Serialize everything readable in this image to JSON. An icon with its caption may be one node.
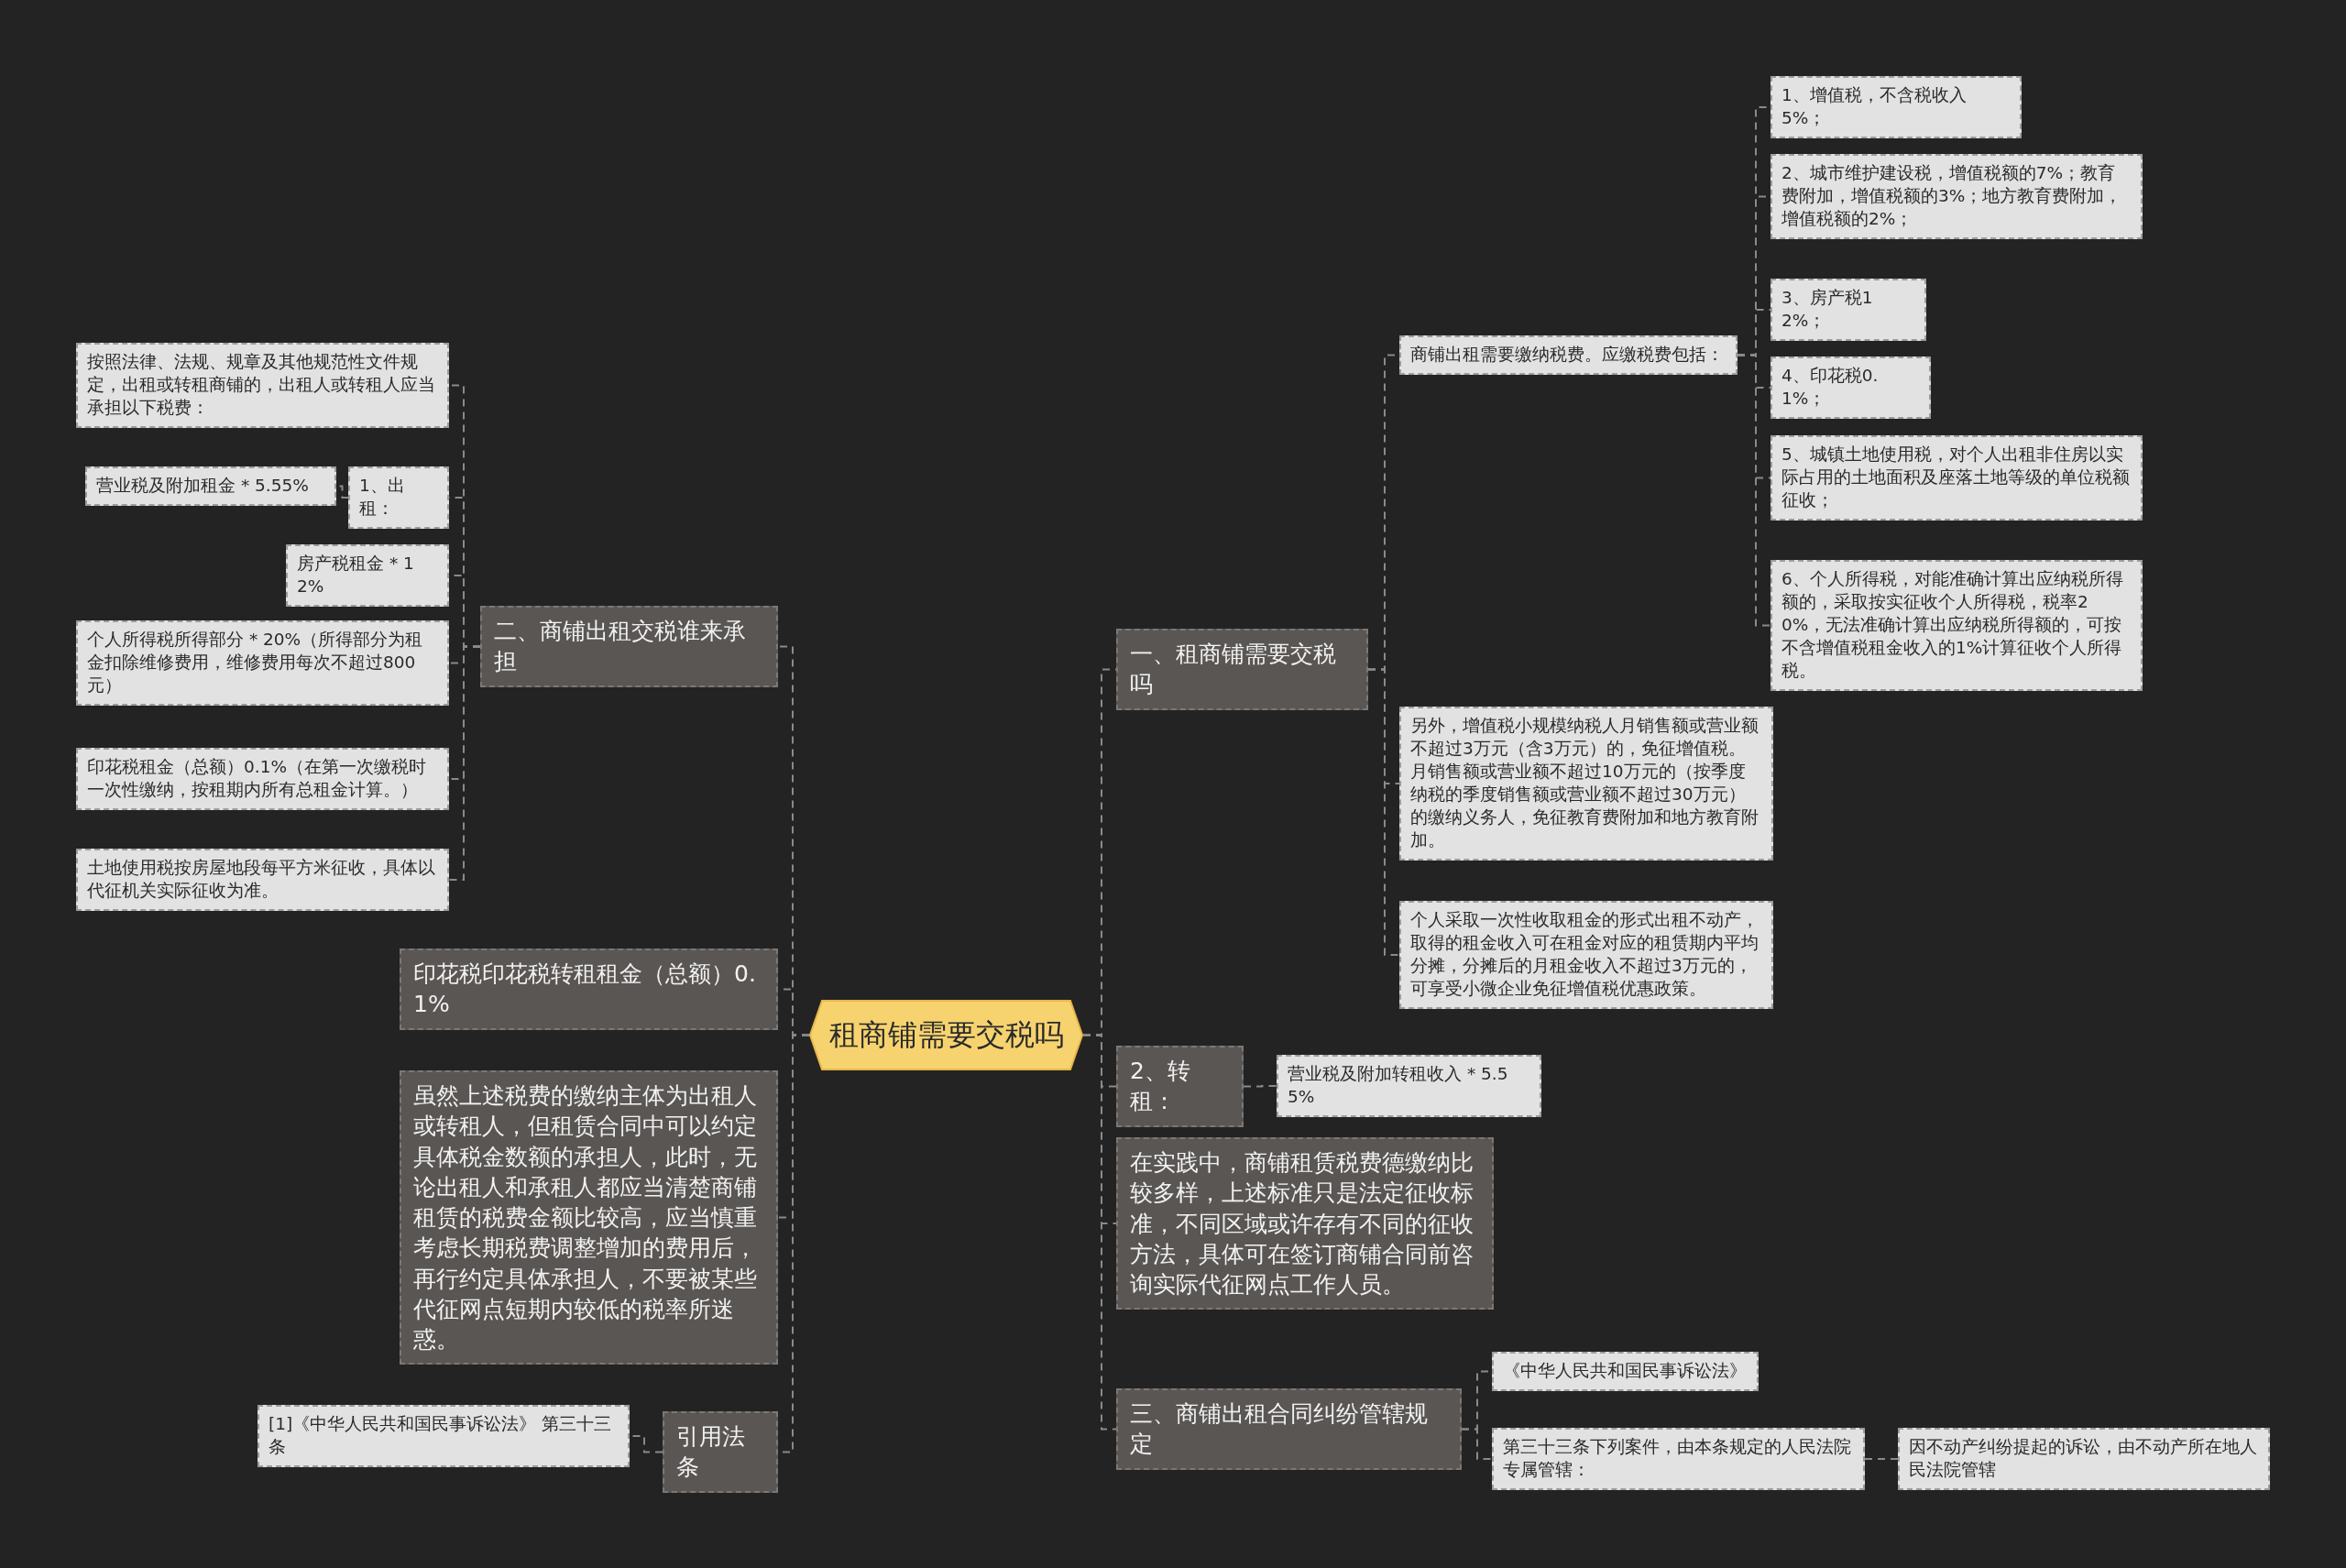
{
  "diagram": {
    "nodes": [
      {
        "text": [
          "租商铺需要交税吗"
        ]
      },
      {
        "text": [
          "二、商铺出租交税谁来承担"
        ]
      },
      {
        "text": [
          "按照法律、法规、规章及其他规范性文件规定，出租或转租商铺的，出租人或转租人应当承担以下税费："
        ]
      },
      {
        "text": [
          "1、出租："
        ]
      },
      {
        "text": [
          "营业税及附加租金 * 5.55%"
        ]
      },
      {
        "text": [
          "房产税租金 * 12%"
        ]
      },
      {
        "text": [
          "个人所得税所得部分 * 20%（所得部分为租金扣除维修费用，维修费用每次不超过800元）"
        ]
      },
      {
        "text": [
          "印花税租金（总额）0.1%（在第一次缴税时一次性缴纳，按租期内所有总租金计算。）"
        ]
      },
      {
        "text": [
          "土地使用税按房屋地段每平方米征收，具体以代征机关实际征收为准。"
        ]
      },
      {
        "text": [
          "印花税印花税转租租金（总额）0.1%"
        ]
      },
      {
        "text": [
          "虽然上述税费的缴纳主体为出租人或转租人，但租赁合同中可以约定具体税金数额的承担人，此时，无论出租人和承租人都应当清楚商铺租赁的税费金额比较高，应当慎重考虑长期税费调整增加的费用后，再行约定具体承担人，不要被某些代征网点短期内较低的税率所迷惑。"
        ]
      },
      {
        "text": [
          "引用法条"
        ]
      },
      {
        "text": [
          "[1]《中华人民共和国民事诉讼法》 第三十三条"
        ]
      },
      {
        "text": [
          "一、租商铺需要交税吗"
        ]
      },
      {
        "text": [
          "商铺出租需要缴纳税费。应缴税费包括："
        ]
      },
      {
        "text": [
          "1、增值税，不含税收入5%；"
        ]
      },
      {
        "text": [
          "2、城市维护建设税，增值税额的7%；教育费附加，增值税额的3%；地方教育费附加，增值税额的2%；"
        ]
      },
      {
        "text": [
          "3、房产税12%；"
        ]
      },
      {
        "text": [
          "4、印花税0.1%；"
        ]
      },
      {
        "text": [
          "5、城镇土地使用税，对个人出租非住房以实际占用的土地面积及座落土地等级的单位税额征收；"
        ]
      },
      {
        "text": [
          "6、个人所得税，对能准确计算出应纳税所得额的，采取按实征收个人所得税，税率20%，无法准确计算出应纳税所得额的，可按不含增值税租金收入的1%计算征收个人所得税。"
        ]
      },
      {
        "text": [
          "另外，增值税小规模纳税人月销售额或营业额不超过3万元（含3万元）的，免征增值税。月销售额或营业额不超过10万元的（按季度纳税的季度销售额或营业额不超过30万元）的缴纳义务人，免征教育费附加和地方教育附加。"
        ]
      },
      {
        "text": [
          "个人采取一次性收取租金的形式出租不动产，取得的租金收入可在租金对应的租赁期内平均分摊，分摊后的月租金收入不超过3万元的，可享受小微企业免征增值税优惠政策。"
        ]
      },
      {
        "text": [
          "2、转租："
        ]
      },
      {
        "text": [
          "营业税及附加转租收入 * 5.55%"
        ]
      },
      {
        "text": [
          "在实践中，商铺租赁税费德缴纳比较多样，上述标准只是法定征收标准，不同区域或许存有不同的征收方法，具体可在签订商铺合同前咨询实际代征网点工作人员。"
        ]
      },
      {
        "text": [
          "三、商铺出租合同纠纷管辖规定"
        ]
      },
      {
        "text": [
          "《中华人民共和国民事诉讼法》"
        ]
      },
      {
        "text": [
          "第三十三条下列案件，由本条规定的人民法院专属管辖："
        ]
      },
      {
        "text": [
          "因不动产纠纷提起的诉讼，由不动产所在地人民法院管辖"
        ]
      }
    ],
    "edges": [
      {
        "from": 0,
        "to": 1,
        "arrow": "none"
      },
      {
        "from": 0,
        "to": 9,
        "arrow": "none"
      },
      {
        "from": 0,
        "to": 10,
        "arrow": "none"
      },
      {
        "from": 0,
        "to": 11,
        "arrow": "none"
      },
      {
        "from": 0,
        "to": 13,
        "arrow": "none"
      },
      {
        "from": 0,
        "to": 23,
        "arrow": "none"
      },
      {
        "from": 0,
        "to": 25,
        "arrow": "none"
      },
      {
        "from": 0,
        "to": 26,
        "arrow": "none"
      },
      {
        "from": 1,
        "to": 2,
        "arrow": "none"
      },
      {
        "from": 1,
        "to": 3,
        "arrow": "none"
      },
      {
        "from": 1,
        "to": 5,
        "arrow": "none"
      },
      {
        "from": 1,
        "to": 6,
        "arrow": "none"
      },
      {
        "from": 1,
        "to": 7,
        "arrow": "none"
      },
      {
        "from": 1,
        "to": 8,
        "arrow": "none"
      },
      {
        "from": 3,
        "to": 4,
        "arrow": "none"
      },
      {
        "from": 11,
        "to": 12,
        "arrow": "none"
      },
      {
        "from": 13,
        "to": 14,
        "arrow": "none"
      },
      {
        "from": 13,
        "to": 21,
        "arrow": "none"
      },
      {
        "from": 13,
        "to": 22,
        "arrow": "none"
      },
      {
        "from": 14,
        "to": 15,
        "arrow": "none"
      },
      {
        "from": 14,
        "to": 16,
        "arrow": "none"
      },
      {
        "from": 14,
        "to": 17,
        "arrow": "none"
      },
      {
        "from": 14,
        "to": 18,
        "arrow": "none"
      },
      {
        "from": 14,
        "to": 19,
        "arrow": "none"
      },
      {
        "from": 14,
        "to": 20,
        "arrow": "none"
      },
      {
        "from": 23,
        "to": 24,
        "arrow": "none"
      },
      {
        "from": 26,
        "to": 27,
        "arrow": "none"
      },
      {
        "from": 26,
        "to": 28,
        "arrow": "none"
      },
      {
        "from": 28,
        "to": 29,
        "arrow": "none"
      }
    ]
  }
}
